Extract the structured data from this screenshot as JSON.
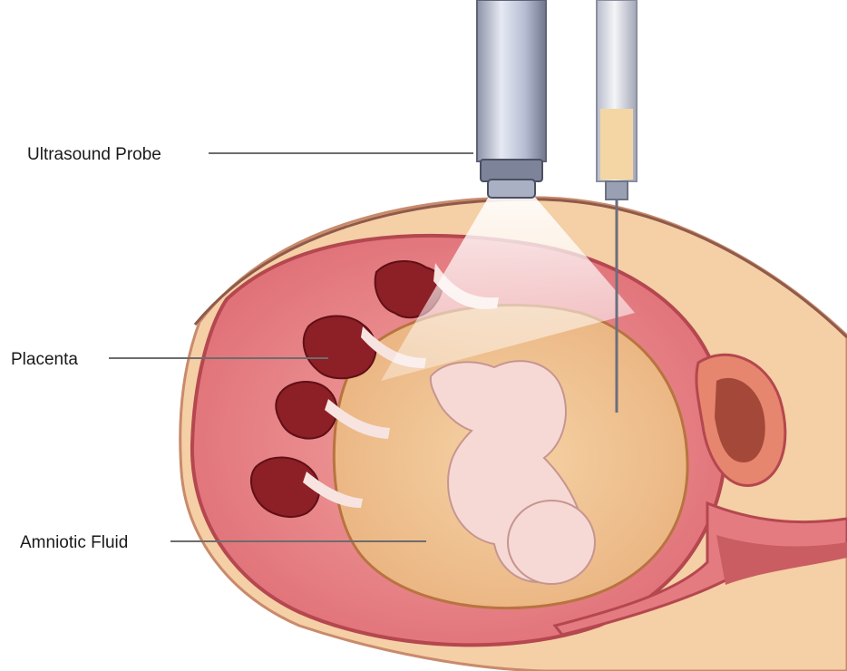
{
  "labels": {
    "probe": "Ultrasound Probe",
    "placenta": "Placenta",
    "fluid": "Amniotic Fluid"
  },
  "colors": {
    "uterus_wall": "#e47b80",
    "abdominal_wall": "#f5cfa5",
    "amniotic_sac": "#f1c592",
    "fetus": "#f6d9d5",
    "placenta": "#8d1f26",
    "probe_body": "#c9cfe3",
    "syringe_fill": "#f3d6a4"
  }
}
